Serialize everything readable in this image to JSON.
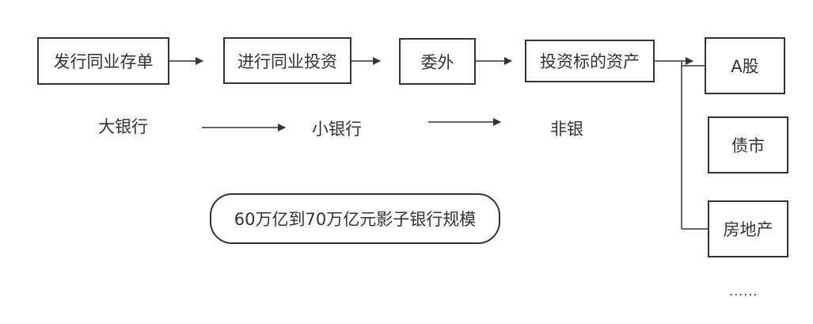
{
  "flow": {
    "steps": [
      "发行同业存单",
      "进行同业投资",
      "委外",
      "投资标的资产"
    ]
  },
  "actors": [
    "大银行",
    "小银行",
    "非银"
  ],
  "assets": {
    "items": [
      "A股",
      "债市",
      "房地产"
    ],
    "more": "......"
  },
  "summary": "60万亿到70万亿元影子银行规模",
  "colors": {
    "stroke": "#333333",
    "text": "#333333",
    "background": "#ffffff"
  }
}
